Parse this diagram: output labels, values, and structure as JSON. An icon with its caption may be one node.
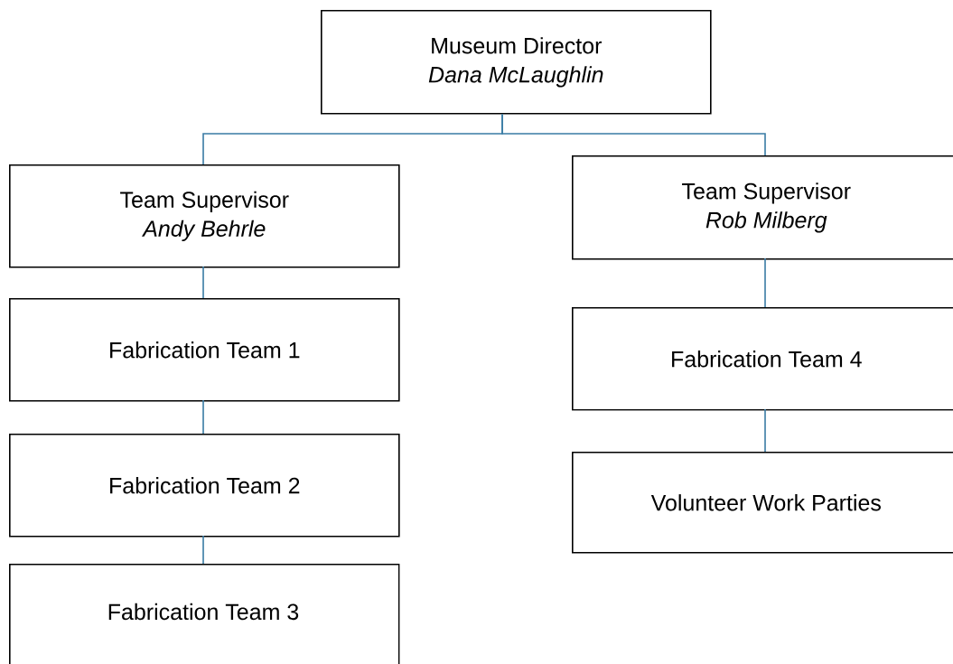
{
  "diagram": {
    "nodes": [
      {
        "text": [
          "Museum Director",
          "Dana McLaughlin"
        ]
      },
      {
        "text": [
          "Team Supervisor",
          "Andy Behrle"
        ]
      },
      {
        "text": [
          "Team Supervisor",
          "Rob Milberg"
        ]
      },
      {
        "text": [
          "Fabrication Team 1"
        ]
      },
      {
        "text": [
          "Fabrication Team 2"
        ]
      },
      {
        "text": [
          "Fabrication Team 3"
        ]
      },
      {
        "text": [
          "Fabrication Team 4"
        ]
      },
      {
        "text": [
          "Volunteer Work Parties"
        ]
      }
    ],
    "edges": [
      {
        "from": 0,
        "to": 1,
        "arrow": "none"
      },
      {
        "from": 0,
        "to": 2,
        "arrow": "none"
      },
      {
        "from": 1,
        "to": 3,
        "arrow": "none"
      },
      {
        "from": 3,
        "to": 4,
        "arrow": "none"
      },
      {
        "from": 4,
        "to": 5,
        "arrow": "none"
      },
      {
        "from": 2,
        "to": 6,
        "arrow": "none"
      },
      {
        "from": 6,
        "to": 7,
        "arrow": "none"
      }
    ]
  }
}
